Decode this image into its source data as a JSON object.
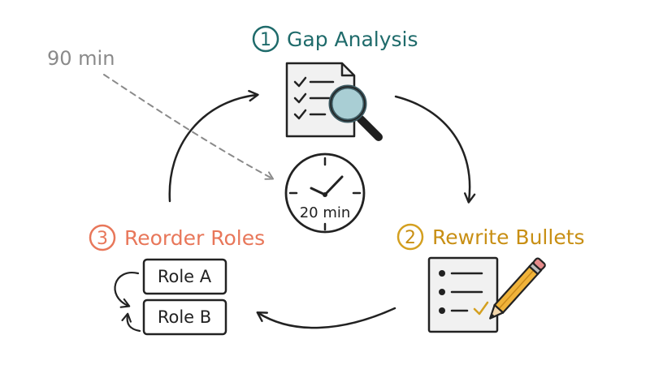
{
  "steps": [
    {
      "number": "1",
      "label": "Gap Analysis"
    },
    {
      "number": "2",
      "label": "Rewrite Bullets"
    },
    {
      "number": "3",
      "label": "Reorder Roles"
    }
  ],
  "roles": [
    "Role A",
    "Role B"
  ],
  "center_time": "20 min",
  "original_time": "90 min",
  "icons": {
    "step1": "checklist-magnifier-icon",
    "step2": "bullet-list-pencil-icon",
    "center": "clock-icon"
  },
  "colors": {
    "step1": "#1f6b6b",
    "step2": "#d4a020",
    "step3": "#e8775a",
    "ink": "#222222",
    "muted": "#8a8a8a"
  }
}
